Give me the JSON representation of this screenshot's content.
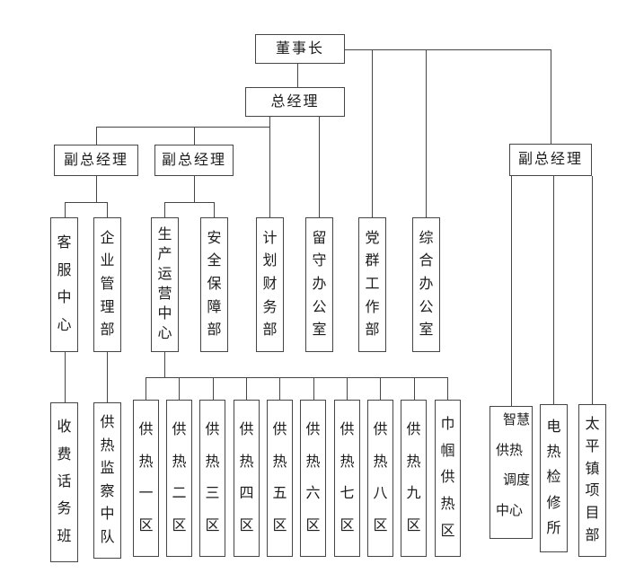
{
  "nodes": {
    "chairman": "董事长",
    "general_manager": "总经理",
    "deputy_general_managers": [
      "副总经理",
      "副总经理",
      "副总经理"
    ],
    "customer_service_center": "客服中心",
    "enterprise_management_dept": "企业管理部",
    "production_operations_center": "生产运营中心",
    "safety_assurance_dept": "安全保障部",
    "planning_finance_dept": "计划财务部",
    "rear_office": "留守办公室",
    "party_masses_dept": "党群工作部",
    "general_office": "综合办公室",
    "fee_call_team": "收费话务班",
    "heating_inspection_squad": "供热监察中队",
    "heating_district_1": "供热一区",
    "heating_district_2": "供热二区",
    "heating_district_3": "供热三区",
    "heating_district_4": "供热四区",
    "heating_district_5": "供热五区",
    "heating_district_6": "供热六区",
    "heating_district_7": "供热七区",
    "heating_district_8": "供热八区",
    "heating_district_9": "供热九区",
    "jinguo_heating_district": "巾帼供热区",
    "smart_heating_dispatch_center": "智慧供热调度中心",
    "smart_heating_dispatch_center_pairs": [
      "智慧",
      "供热",
      "调度",
      "中心"
    ],
    "electric_heating_maintenance_office": "电热检修所",
    "taiping_town_project_dept": "太平镇项目部"
  },
  "edges": [
    [
      "chairman",
      "general_manager"
    ],
    [
      "chairman",
      "party_masses_dept"
    ],
    [
      "chairman",
      "general_office"
    ],
    [
      "chairman",
      "deputy_gm_3"
    ],
    [
      "general_manager",
      "deputy_gm_1"
    ],
    [
      "general_manager",
      "deputy_gm_2"
    ],
    [
      "general_manager",
      "planning_finance_dept"
    ],
    [
      "general_manager",
      "rear_office"
    ],
    [
      "deputy_gm_1",
      "customer_service_center"
    ],
    [
      "deputy_gm_1",
      "enterprise_management_dept"
    ],
    [
      "deputy_gm_2",
      "production_operations_center"
    ],
    [
      "deputy_gm_2",
      "safety_assurance_dept"
    ],
    [
      "deputy_gm_3",
      "smart_heating_dispatch_center"
    ],
    [
      "deputy_gm_3",
      "electric_heating_maintenance_office"
    ],
    [
      "deputy_gm_3",
      "taiping_town_project_dept"
    ],
    [
      "customer_service_center",
      "fee_call_team"
    ],
    [
      "enterprise_management_dept",
      "heating_inspection_squad"
    ],
    [
      "production_operations_center",
      "heating_district_1"
    ],
    [
      "production_operations_center",
      "heating_district_2"
    ],
    [
      "production_operations_center",
      "heating_district_3"
    ],
    [
      "production_operations_center",
      "heating_district_4"
    ],
    [
      "production_operations_center",
      "heating_district_5"
    ],
    [
      "production_operations_center",
      "heating_district_6"
    ],
    [
      "production_operations_center",
      "heating_district_7"
    ],
    [
      "production_operations_center",
      "heating_district_8"
    ],
    [
      "production_operations_center",
      "heating_district_9"
    ],
    [
      "production_operations_center",
      "jinguo_heating_district"
    ]
  ],
  "colors": {
    "line": "#454545",
    "text": "#1c1c1c",
    "background": "#ffffff"
  }
}
